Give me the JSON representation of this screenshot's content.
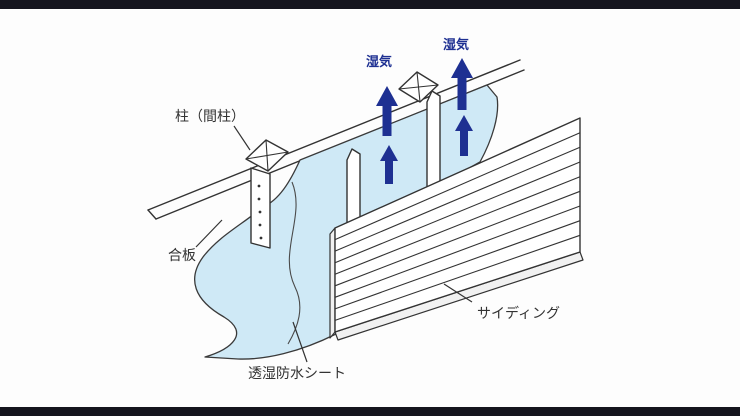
{
  "colors": {
    "bar": "#15151e",
    "background": "#fdfdfd",
    "line": "#333333",
    "sheet_blue": "#cfe9f6",
    "arrow_blue": "#1e3092",
    "label_text": "#333333",
    "moisture_text": "#1e3092"
  },
  "diagram": {
    "title_hint": "wall-moisture-ventilation-diagram",
    "labels": {
      "pillar": "柱（間柱）",
      "plywood": "合板",
      "sheet": "透湿防水シート",
      "siding": "サイディング",
      "moisture_left": "湿気",
      "moisture_right": "湿気"
    }
  }
}
